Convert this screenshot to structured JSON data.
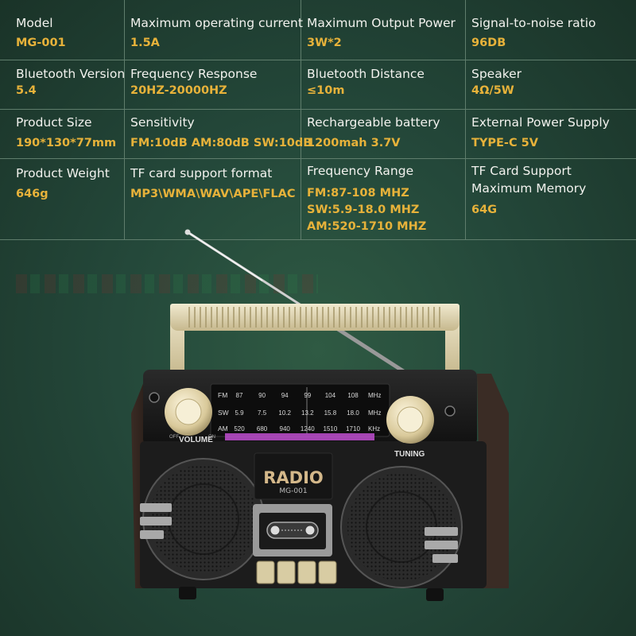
{
  "specs": [
    [
      {
        "label": "Model",
        "value": "MG-001"
      },
      {
        "label": "Maximum operating current",
        "value": "1.5A"
      },
      {
        "label": "Maximum Output Power",
        "value": "3W*2"
      },
      {
        "label": "Signal-to-noise ratio",
        "value": "96DB"
      }
    ],
    [
      {
        "label": "Bluetooth Version",
        "value": "5.4"
      },
      {
        "label": "Frequency Response",
        "value": "20HZ-20000HZ"
      },
      {
        "label": "Bluetooth Distance",
        "value": "≤10m"
      },
      {
        "label": "Speaker",
        "value": "4Ω/5W"
      }
    ],
    [
      {
        "label": "Product Size",
        "value": "190*130*77mm"
      },
      {
        "label": "Sensitivity",
        "value": "FM:10dB AM:80dB SW:10dB"
      },
      {
        "label": "Rechargeable battery",
        "value": "1200mah 3.7V"
      },
      {
        "label": "External Power Supply",
        "value": "TYPE-C 5V"
      }
    ],
    [
      {
        "label": "Product Weight",
        "value": "646g"
      },
      {
        "label": "TF card support format",
        "value": "MP3\\WMA\\WAV\\APE\\FLAC"
      },
      {
        "label": "Frequency Range",
        "value_lines": [
          "FM:87-108 MHZ",
          "SW:5.9-18.0 MHZ",
          "AM:520-1710 MHZ"
        ]
      },
      {
        "label_lines": [
          "TF Card Support",
          "Maximum Memory"
        ],
        "value": "64G"
      }
    ]
  ],
  "radio": {
    "brand": "RADIO",
    "model": "MG-001",
    "volume_label": "VOLUME",
    "tuning_label": "TUNING",
    "off_label": "OFF",
    "on_label": "ON",
    "dial": {
      "fm": {
        "band": "FM",
        "unit": "MHz",
        "ticks": [
          "87",
          "90",
          "94",
          "99",
          "104",
          "108"
        ]
      },
      "sw": {
        "band": "SW",
        "unit": "MHz",
        "ticks": [
          "5.9",
          "7.5",
          "10.2",
          "13.2",
          "15.8",
          "18.0"
        ]
      },
      "am": {
        "band": "AM",
        "unit": "KHz",
        "ticks": [
          "520",
          "680",
          "940",
          "1240",
          "1510",
          "1710"
        ]
      }
    },
    "colors": {
      "body": "#181818",
      "handle": "#e6dcb8",
      "dial_text": "#d9d9d9",
      "brand": "#d4b88a",
      "accent_bar": "#c04fd0"
    }
  }
}
